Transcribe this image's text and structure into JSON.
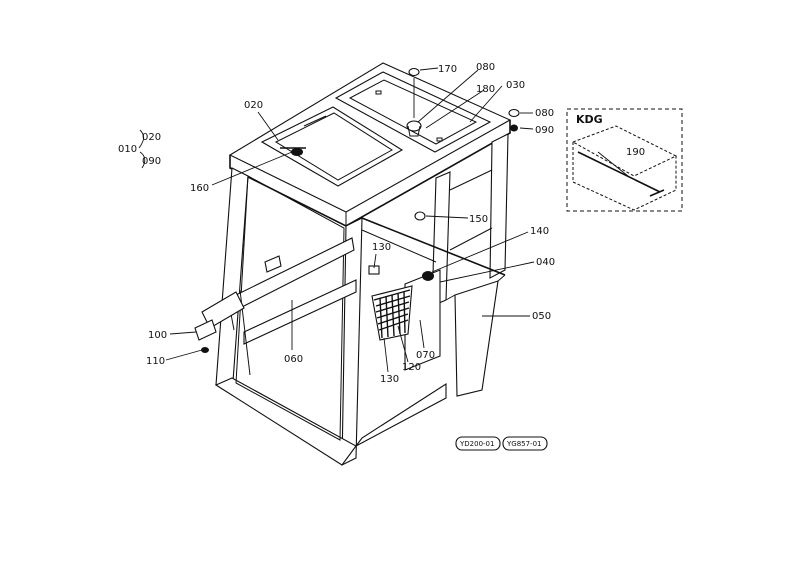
{
  "parts": {
    "p010": "010",
    "p020a": "020",
    "p090a": "090",
    "p020": "020",
    "p080a": "080",
    "p170": "170",
    "p180": "180",
    "p030": "030",
    "p080b": "080",
    "p090b": "090",
    "p160": "160",
    "p150": "150",
    "p140": "140",
    "p130a": "130",
    "p040": "040",
    "p050": "050",
    "p100": "100",
    "p110": "110",
    "p060": "060",
    "p070": "070",
    "p120": "120",
    "p130b": "130",
    "p190": "190"
  },
  "inset": {
    "title": "KDG"
  },
  "refs": {
    "left": "YD200-01",
    "right": "YG857-01"
  }
}
